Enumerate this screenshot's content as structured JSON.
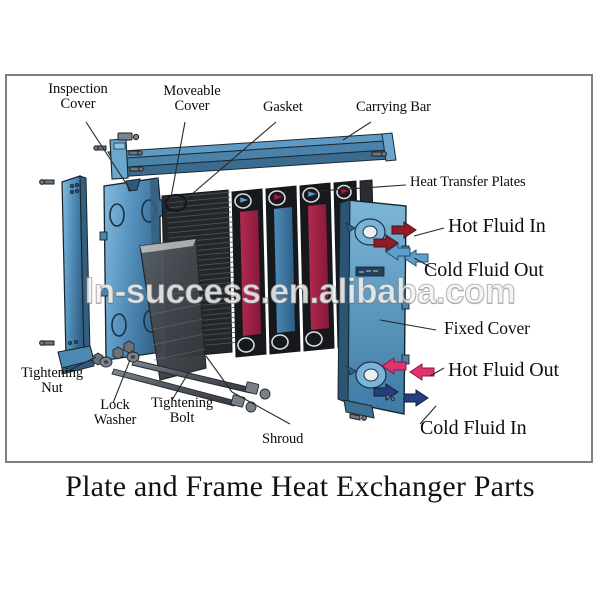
{
  "page": {
    "title": "Plate and Frame Heat Exchanger Parts",
    "watermark": "ln-success.en.alibaba.com",
    "frame_border_color": "#808080",
    "background_color": "#ffffff"
  },
  "labels": {
    "inspection_cover": "Inspection\nCover",
    "moveable_cover": "Moveable\nCover",
    "gasket": "Gasket",
    "carrying_bar": "Carrying Bar",
    "heat_transfer_plates": "Heat Transfer Plates",
    "hot_fluid_in": "Hot Fluid In",
    "cold_fluid_out": "Cold Fluid Out",
    "fixed_cover": "Fixed Cover",
    "hot_fluid_out": "Hot Fluid Out",
    "cold_fluid_in": "Cold Fluid In",
    "tightening_nut": "Tightening\nNut",
    "lock_washer": "Lock\nWasher",
    "tightening_bolt": "Tightening\nBolt",
    "shroud": "Shroud"
  },
  "colors": {
    "frame_blue": "#5a93bd",
    "frame_blue_dark": "#3a6e94",
    "frame_blue_light": "#7fb5d6",
    "plate_blue": "#3f7fae",
    "plate_blue_dark": "#2d5d83",
    "plate_red": "#a81f47",
    "plate_red_dark": "#7d1635",
    "gasket_black": "#1d1f22",
    "shroud_gray": "#4a4e54",
    "bolt_gray": "#5a6068",
    "hot_arrow_dark": "#8e1d28",
    "hot_arrow_pink": "#e0336b",
    "cold_arrow_mid": "#5f9fd0",
    "cold_arrow_dark": "#24407a",
    "leader_line": "#2a2a2a",
    "outline": "#15181c"
  },
  "parts": {
    "support_column": "left support column",
    "moveable_cover_plate": "moveable cover plate",
    "carrying_bar_beam": "carrying bar beam",
    "plate_pack": "heat transfer plate pack",
    "fixed_cover_plate": "fixed cover plate",
    "shroud_panel": "shroud panel",
    "bolts": "tightening bolts",
    "nuts": "tightening nuts",
    "washers": "lock washers"
  },
  "flow_arrows": [
    {
      "name": "hot-fluid-in-arrow",
      "color": "#8e1d28",
      "direction": "left"
    },
    {
      "name": "cold-fluid-out-arrow",
      "color": "#5f9fd0",
      "direction": "right"
    },
    {
      "name": "hot-fluid-out-arrow",
      "color": "#e0336b",
      "direction": "right"
    },
    {
      "name": "cold-fluid-in-arrow",
      "color": "#24407a",
      "direction": "left"
    }
  ]
}
